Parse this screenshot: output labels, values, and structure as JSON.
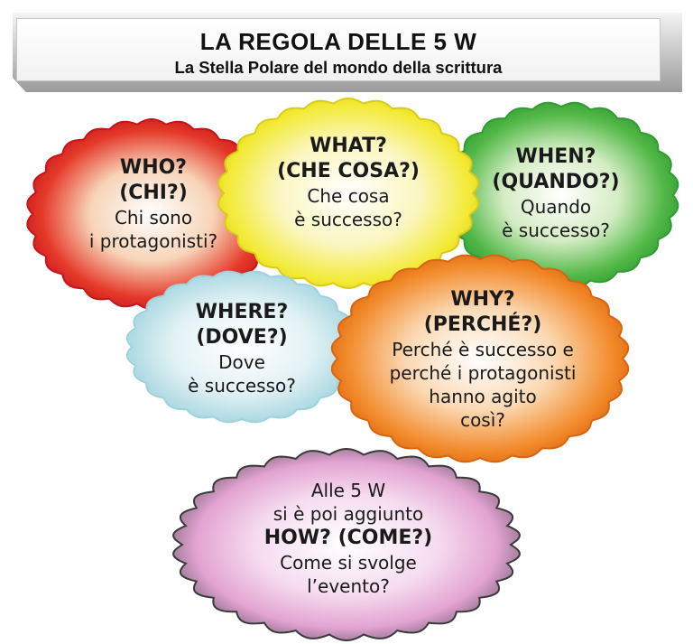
{
  "banner": {
    "title": "LA REGOLA DELLE 5 W",
    "subtitle": "La Stella Polare del mondo della scrittura"
  },
  "bubbles": {
    "who": {
      "q1": "WHO?",
      "q2": "(CHI?)",
      "t1": "Chi sono",
      "t2": "i protagonisti?",
      "color": "#e01f1f"
    },
    "what": {
      "q1": "WHAT?",
      "q2": "(CHE COSA?)",
      "t1": "Che cosa",
      "t2": "è successo?",
      "color": "#f2ea2a"
    },
    "when": {
      "q1": "WHEN?",
      "q2": "(QUANDO?)",
      "t1": "Quando",
      "t2": "è successo?",
      "color": "#3fae3a"
    },
    "where": {
      "q1": "WHERE?",
      "q2": "(DOVE?)",
      "t1": "Dove",
      "t2": "è successo?",
      "color": "#a9d9e2"
    },
    "why": {
      "q1": "WHY?",
      "q2": "(PERCHÉ?)",
      "t1": "Perché è successo e",
      "t2": "perché i protagonisti",
      "t3": "hanno agito",
      "t4": "così?",
      "color": "#f07c1d"
    },
    "how": {
      "t1": "Alle 5 W",
      "t2": "si è poi aggiunto",
      "q1": "HOW? (COME?)",
      "t3": "Come si svolge",
      "t4": "l’evento?",
      "color": "#e6a6d6"
    }
  }
}
